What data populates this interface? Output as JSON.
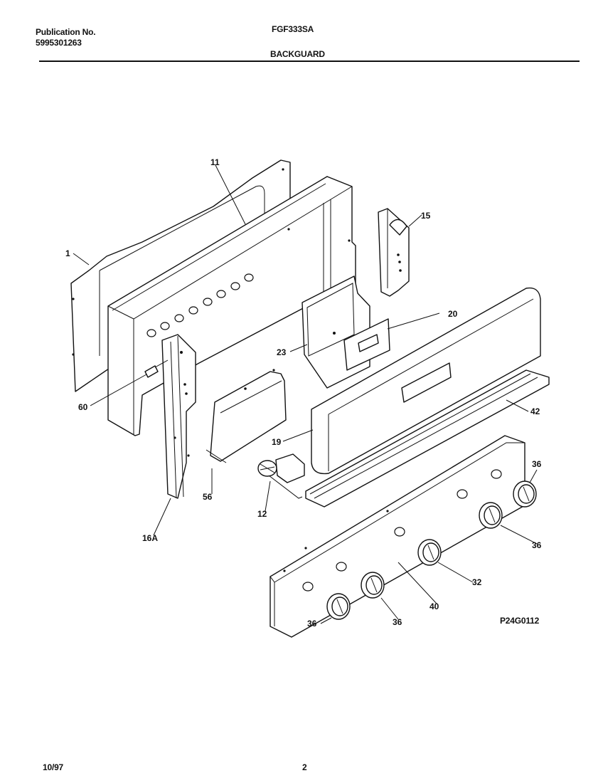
{
  "header": {
    "publication_label": "Publication No.",
    "publication_number": "5995301263",
    "model": "FGF333SA",
    "section": "BACKGUARD"
  },
  "footer": {
    "date": "10/97",
    "page": "2"
  },
  "figure_id": "P24G0112",
  "callouts": {
    "c1": "1",
    "c11": "11",
    "c15": "15",
    "c20": "20",
    "c23": "23",
    "c60": "60",
    "c42": "42",
    "c19": "19",
    "c56": "56",
    "c12": "12",
    "c16a": "16A",
    "c36a": "36",
    "c36b": "36",
    "c32": "32",
    "c40": "40",
    "c36c": "36",
    "c36d": "36"
  }
}
